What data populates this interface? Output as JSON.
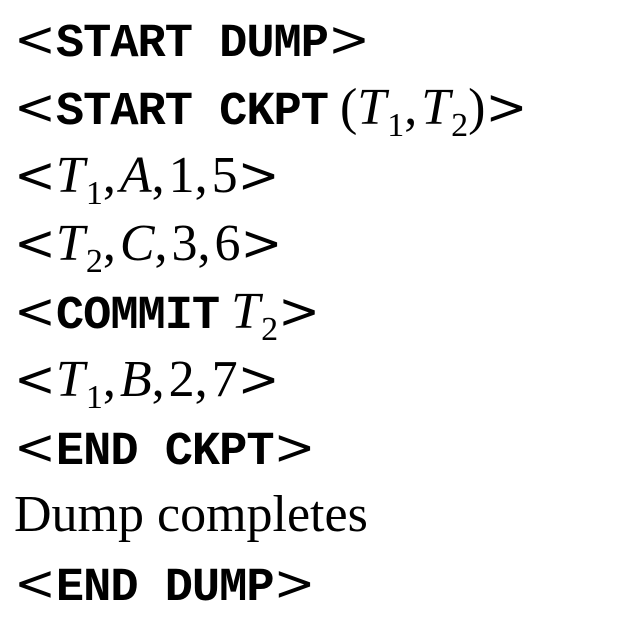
{
  "lines": {
    "start_dump": {
      "keyword": "START DUMP"
    },
    "start_ckpt": {
      "keyword": "START CKPT",
      "t1": "T",
      "t1_sub": "1",
      "t2": "T",
      "t2_sub": "2"
    },
    "rec1": {
      "t": "T",
      "t_sub": "1",
      "elem": "A",
      "old": "1",
      "new": "5"
    },
    "rec2": {
      "t": "T",
      "t_sub": "2",
      "elem": "C",
      "old": "3",
      "new": "6"
    },
    "commit": {
      "keyword": "COMMIT",
      "t": "T",
      "t_sub": "2"
    },
    "rec3": {
      "t": "T",
      "t_sub": "1",
      "elem": "B",
      "old": "2",
      "new": "7"
    },
    "end_ckpt": {
      "keyword": "END CKPT"
    },
    "dump_completes": {
      "text": "Dump completes"
    },
    "end_dump": {
      "keyword": "END DUMP"
    }
  },
  "symbols": {
    "lt": "<",
    "gt": ">",
    "comma": ",",
    "lparen": "(",
    "rparen": ")"
  }
}
